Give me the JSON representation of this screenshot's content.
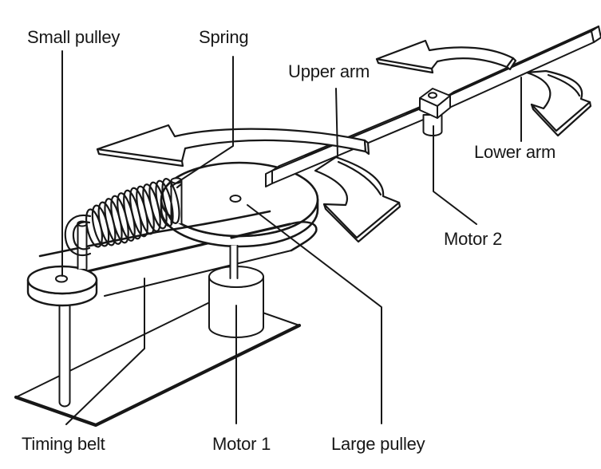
{
  "diagram": {
    "description": "Isometric line drawing of a two-link pendulum arm mechanism",
    "colors": {
      "line": "#171717",
      "background": "#ffffff"
    },
    "labels": {
      "small_pulley": "Small pulley",
      "spring": "Spring",
      "upper_arm": "Upper arm",
      "lower_arm": "Lower arm",
      "motor_2": "Motor 2",
      "motor_1": "Motor 1",
      "timing_belt": "Timing belt",
      "large_pulley": "Large pulley"
    }
  }
}
